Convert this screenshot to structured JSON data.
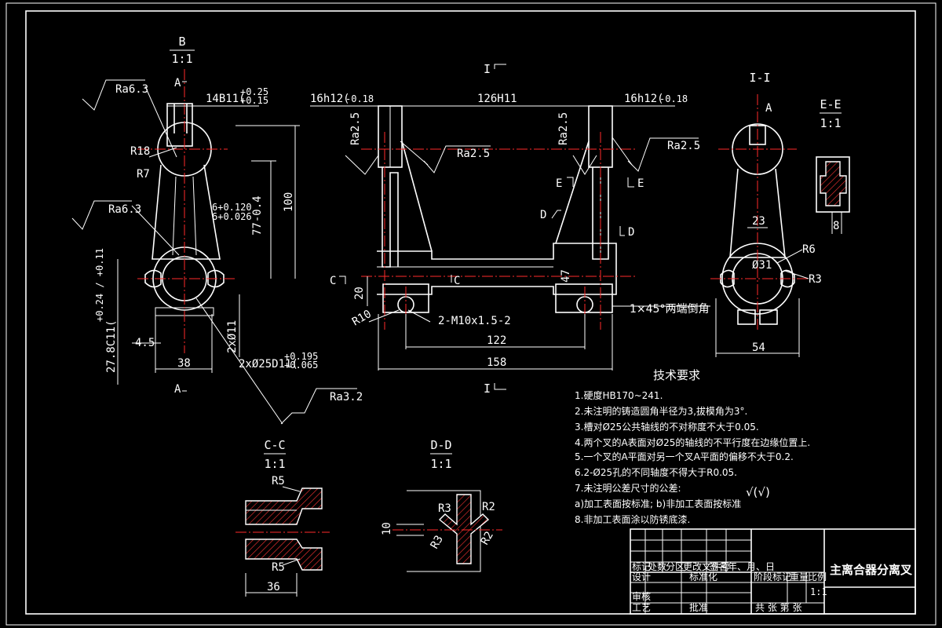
{
  "sheet": {
    "colors": {
      "background": "#000000",
      "line": "#ffffff",
      "centerline": "#ff2a2a"
    }
  },
  "views": {
    "b": {
      "title": "B",
      "scale": "1:1",
      "arrow_a": "A",
      "arrow_a2": "A"
    },
    "main": {
      "section_i": "I",
      "section_i2": "I",
      "c_mark": "C",
      "c_mark2": "C",
      "d_mark": "D",
      "d_mark2": "D",
      "e_mark": "E",
      "e_mark2": "E"
    },
    "side": {
      "title": "I-I",
      "a_mark": "A"
    },
    "ee": {
      "title": "E-E",
      "scale": "1:1"
    },
    "cc": {
      "title": "C-C",
      "scale": "1:1"
    },
    "dd": {
      "title": "D-D",
      "scale": "1:1"
    }
  },
  "dims": {
    "ra63_top": "Ra6.3",
    "ra63_mid": "Ra6.3",
    "ra32": "Ra3.2",
    "ra25_left_v": "Ra2.5",
    "ra25_left": "Ra2.5",
    "ra25_right_v": "Ra2.5",
    "ra25_right": "Ra2.5",
    "d14": "14B11(",
    "d14_tol_u": "+0.25",
    "d14_tol_l": "+0.15",
    "r18": "R18",
    "r7": "R7",
    "d6": "6+0.120",
    "d6b": "6+0.026",
    "d77": "77-0.4",
    "d100": "100",
    "d278": "27.8C11(",
    "d278_tol": "+0.24 / +0.11",
    "d45": "4.5",
    "d38": "38",
    "d11": "2xØ11",
    "d25": "2xØ25D11(",
    "d25_tol_u": "+0.195",
    "d25_tol_l": "+0.065",
    "d16a": "16h12(",
    "d16a_tol": "-0.18",
    "d126": "126H11",
    "d16b": "16h12(",
    "d16b_tol": "-0.18",
    "d20": "20",
    "r10": "R10",
    "m10": "2-M10x1.5-2",
    "d47": "47",
    "chamfer": "1×45°两端倒角",
    "d122": "122",
    "d158": "158",
    "d23": "23",
    "r6": "R6",
    "d31": "Ø31",
    "r3": "R3",
    "d54": "54",
    "d8": "8",
    "cc_r5a": "R5",
    "cc_r5b": "R5",
    "cc_36": "36",
    "dd_r3a": "R3",
    "dd_r2a": "R2",
    "dd_r3b": "R3",
    "dd_r2b": "R2",
    "dd_10": "10"
  },
  "notes": {
    "title": "技术要求",
    "items": [
      "1.硬度HB170~241.",
      "2.未注明的铸造圆角半径为3,拔模角为3°.",
      "3.槽对Ø25公共轴线的不对称度不大于0.05.",
      "4.两个叉的A表面对Ø25的轴线的不平行度在边缘位置上.",
      "5.一个叉的A平面对另一个叉A平面的偏移不大于0.2.",
      "6.2-Ø25孔的不同轴度不得大于R0.05.",
      "7.未注明公差尺寸的公差:",
      "a)加工表面按标准; b)非加工表面按标准",
      "8.非加工表面涂以防锈底漆."
    ],
    "roughness_symbol": "√(√)"
  },
  "title_block": {
    "part_name": "主离合器分离叉",
    "cells": {
      "mark": "标记",
      "count": "处数",
      "zone": "分区",
      "docno": "更改文件号",
      "sign": "签名",
      "date": "年、月、日",
      "design": "设计",
      "std": "标准化",
      "stage": "阶段标记",
      "weight": "重量",
      "ratio": "比例",
      "scale": "1:1",
      "check": "审核",
      "process": "工艺",
      "approve": "批准",
      "sheets": "共 张 第 张"
    }
  }
}
